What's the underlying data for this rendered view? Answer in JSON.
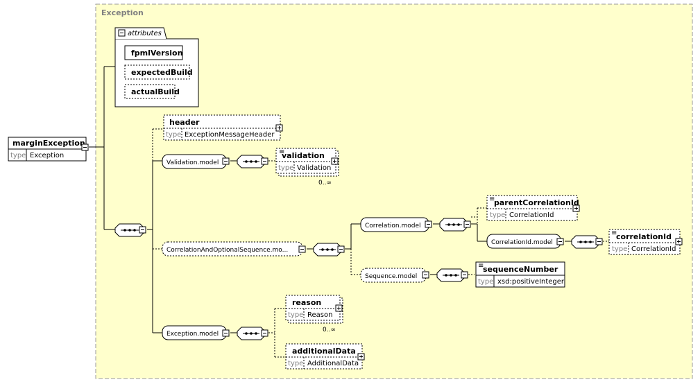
{
  "diagram": {
    "group_label": "Exception",
    "attributes_label": "attributes",
    "attributes": [
      "fpmlVersion",
      "expectedBuild",
      "actualBuild"
    ],
    "root": {
      "name": "marginException",
      "type_key": "type",
      "type_value": "Exception"
    },
    "header": {
      "name": "header",
      "type_key": "type",
      "type_value": "ExceptionMessageHeader"
    },
    "validation_model": "Validation.model",
    "validation": {
      "name": "validation",
      "type_key": "type",
      "type_value": "Validation",
      "occurs": "0..∞"
    },
    "correlation_seq": "CorrelationAndOptionalSequence.mo...",
    "correlation_model": "Correlation.model",
    "parent_correlation": {
      "name": "parentCorrelationId",
      "type_key": "type",
      "type_value": "CorrelationId"
    },
    "correlation_id_model": "CorrelationId.model",
    "correlation_id": {
      "name": "correlationId",
      "type_key": "type",
      "type_value": "CorrelationId"
    },
    "sequence_model": "Sequence.model",
    "sequence_number": {
      "name": "sequenceNumber",
      "type_key": "type",
      "type_value": "xsd:positiveInteger"
    },
    "exception_model": "Exception.model",
    "reason": {
      "name": "reason",
      "type_key": "type",
      "type_value": "Reason",
      "occurs": "0..∞"
    },
    "additional_data": {
      "name": "additionalData",
      "type_key": "type",
      "type_value": "AdditionalData"
    }
  }
}
